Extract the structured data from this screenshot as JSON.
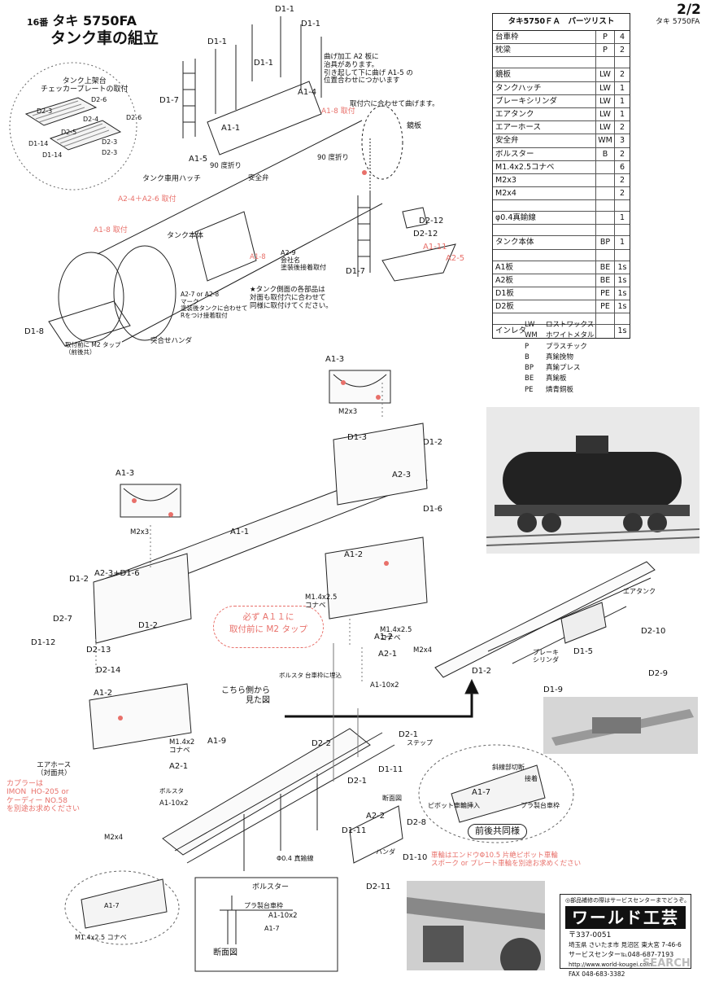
{
  "header": {
    "scale": "16番",
    "title_model": "タキ 5750FA",
    "subtitle": "タンク車の組立",
    "page": "2/2",
    "page_model": "タキ 5750FA"
  },
  "parts_list": {
    "title": "タキ5750ＦＡ　パーツリスト",
    "rows": [
      {
        "name": "台車枠",
        "mat": "P",
        "qty": "4"
      },
      {
        "name": "枕梁",
        "mat": "P",
        "qty": "2"
      },
      {
        "name": "",
        "mat": "",
        "qty": ""
      },
      {
        "name": "鏡板",
        "mat": "LW",
        "qty": "2"
      },
      {
        "name": "タンクハッチ",
        "mat": "LW",
        "qty": "1"
      },
      {
        "name": "ブレーキシリンダ",
        "mat": "LW",
        "qty": "1"
      },
      {
        "name": "エアタンク",
        "mat": "LW",
        "qty": "1"
      },
      {
        "name": "エアーホース",
        "mat": "LW",
        "qty": "2"
      },
      {
        "name": "安全弁",
        "mat": "WM",
        "qty": "3"
      },
      {
        "name": "ボルスター",
        "mat": "B",
        "qty": "2"
      },
      {
        "name": "M1.4x2.5コナベ",
        "mat": "",
        "qty": "6"
      },
      {
        "name": "M2x3",
        "mat": "",
        "qty": "2"
      },
      {
        "name": "M2x4",
        "mat": "",
        "qty": "2"
      },
      {
        "name": "",
        "mat": "",
        "qty": ""
      },
      {
        "name": "φ0.4真鍮線",
        "mat": "",
        "qty": "1"
      },
      {
        "name": "",
        "mat": "",
        "qty": ""
      },
      {
        "name": "タンク本体",
        "mat": "BP",
        "qty": "1"
      },
      {
        "name": "",
        "mat": "",
        "qty": ""
      },
      {
        "name": "A1板",
        "mat": "BE",
        "qty": "1s"
      },
      {
        "name": "A2板",
        "mat": "BE",
        "qty": "1s"
      },
      {
        "name": "D1板",
        "mat": "PE",
        "qty": "1s"
      },
      {
        "name": "D2板",
        "mat": "PE",
        "qty": "1s"
      },
      {
        "name": "",
        "mat": "",
        "qty": ""
      },
      {
        "name": "インレタ",
        "mat": "",
        "qty": "1s"
      }
    ]
  },
  "legend": [
    {
      "code": "LW",
      "desc": "ロストワックス"
    },
    {
      "code": "WM",
      "desc": "ホワイトメタル"
    },
    {
      "code": "P",
      "desc": "プラスチック"
    },
    {
      "code": "B",
      "desc": "真鍮挽物"
    },
    {
      "code": "BP",
      "desc": "真鍮プレス"
    },
    {
      "code": "BE",
      "desc": "真鍮板"
    },
    {
      "code": "PE",
      "desc": "燐青銅板"
    }
  ],
  "labels": {
    "inset_title": "タンク上架台\nチェッカープレートの取付",
    "bend_note": "曲げ加工 A2 板に\n治具があります。\n引き起して下に曲げ A1-5 の\n位置合わせにつかいます",
    "align_note": "取付穴に合わせて曲げます。",
    "mirror_plate": "鏡板",
    "bend90a": "90 度折り",
    "bend90b": "90 度折り",
    "hatch": "タンク車用ハッチ",
    "a2_4": "A2-4＋A2-6 取付",
    "a1_8_left": "A1-8 取付",
    "tank_body": "タンク本体",
    "a1_8_mid": "A1-8",
    "a1_8_top": "A1-8 取付",
    "safety_valve": "安全弁",
    "a2_9": "A2-9\n会社名\n塗装後接着取付",
    "a2_7": "A2-7 or A2-8\nマーク\n塗装後タンクに合わせて\nRをつけ接着取付",
    "star_note": "★タンク側面の各部品は\n対面も取付穴に合わせて\n同様に取付けてください。",
    "m2_tap": "取付前に M2 タップ\n（前後共）",
    "butt_solder": "突合せハンダ",
    "callout": "必ず A１１に\n取付前に M2 タップ",
    "view_from": "こちら側から\n見た図",
    "bolster_note": "ボルスタ",
    "cart_embed": "台車枠に埋込",
    "air_hose": "エアホース\n（対面共）",
    "coupler": "カプラーは\nIMON  HO-205 or\nケーディー NO.58\nを別途お求めください",
    "step": "ステップ",
    "section_view": "断面図",
    "wire": "Φ0.4 真鍮線",
    "solder": "ハンダ",
    "diag_cut": "斜線部切断",
    "glue": "接着",
    "pivot": "ピボット車輪挿入",
    "plastic_truck": "プラ製台車枠",
    "both_same": "前後共同様",
    "wheel_note": "車輪はエンドウΦ10.5 片絶ピボット車輪\nスポーク or プレート車輪を別途お求めください",
    "air_tank": "エアタンク",
    "brake_cyl": "ブレーキ\nシリンダ",
    "bolster_box": "ボルスター",
    "plastic_box": "プラ製台車枠",
    "section_box": "断面図",
    "bolster_label2": "ボルスタ",
    "m14": "M1.4x2.5\nコナベ",
    "m14b": "M1.4x2.5\nコナベ",
    "m2x3": "M2x3",
    "m2x3b": "M2x3",
    "m2x4": "M2x4",
    "m2x4b": "M2x4",
    "m14_left": "M1.4x2\nコナベ",
    "m14_bottom": "M1.4x2.5 コナベ",
    "a1_10": "A1-10x2",
    "a1_10b": "A1-10x2",
    "a1_10c": "A1-10x2"
  },
  "codes": [
    "D1-1",
    "D1-1",
    "D1-1",
    "D1-1",
    "D1-7",
    "D2-3",
    "D2-6",
    "D2-4",
    "D2-6",
    "D2-5",
    "D2-3",
    "D1-14",
    "D1-14",
    "D2-3",
    "A1-4",
    "A1-5",
    "A1-1",
    "D1-8",
    "D1-7",
    "D2-12",
    "D2-12",
    "A1-11",
    "A2-5",
    "A1-3",
    "A1-3",
    "D1-3",
    "D1-2",
    "A2-3",
    "D1-6",
    "A1-1",
    "A1-2",
    "A2-3+D1-6",
    "D1-2",
    "D2-7",
    "D1-2",
    "D1-12",
    "D2-13",
    "D2-14",
    "A1-2",
    "A1-9",
    "A2-1",
    "A1-2",
    "A2-1",
    "D2-2",
    "D2-1",
    "D1-11",
    "D2-1",
    "A2-2",
    "D1-11",
    "D2-8",
    "D1-10",
    "D2-11",
    "A1-7",
    "A1-7",
    "A1-7",
    "D2-10",
    "D1-5",
    "D2-9",
    "D1-2",
    "D1-9"
  ],
  "company": {
    "notice": "◎部品補修の際はサービスセンターまでどうぞ。",
    "name": "ワールド工芸",
    "zip": "〒337-0051",
    "address": "埼玉県 さいたま市 見沼区 東大宮 7-46-6",
    "service": "サービスセンター℡048-687-7193",
    "url": "http://www.world-kougei.com",
    "fax": "FAX 048-683-3382"
  },
  "watermark": "SEARCH"
}
